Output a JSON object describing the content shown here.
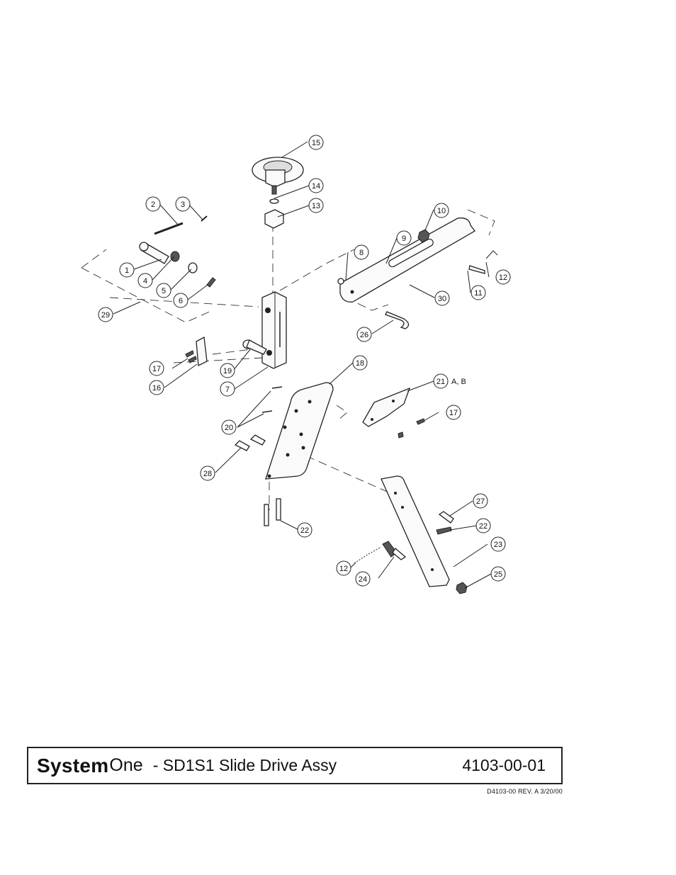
{
  "drawing": {
    "callouts": [
      {
        "id": "c1",
        "label": "1"
      },
      {
        "id": "c2",
        "label": "2"
      },
      {
        "id": "c3",
        "label": "3"
      },
      {
        "id": "c4",
        "label": "4"
      },
      {
        "id": "c5",
        "label": "5"
      },
      {
        "id": "c6",
        "label": "6"
      },
      {
        "id": "c7",
        "label": "7"
      },
      {
        "id": "c8",
        "label": "8"
      },
      {
        "id": "c9",
        "label": "9"
      },
      {
        "id": "c10",
        "label": "10"
      },
      {
        "id": "c11",
        "label": "11"
      },
      {
        "id": "c12a",
        "label": "12"
      },
      {
        "id": "c12b",
        "label": "12"
      },
      {
        "id": "c13",
        "label": "13"
      },
      {
        "id": "c14",
        "label": "14"
      },
      {
        "id": "c15",
        "label": "15"
      },
      {
        "id": "c16",
        "label": "16"
      },
      {
        "id": "c17a",
        "label": "17"
      },
      {
        "id": "c17b",
        "label": "17"
      },
      {
        "id": "c18",
        "label": "18"
      },
      {
        "id": "c19",
        "label": "19"
      },
      {
        "id": "c20",
        "label": "20"
      },
      {
        "id": "c21",
        "label": "21"
      },
      {
        "id": "c22a",
        "label": "22"
      },
      {
        "id": "c22b",
        "label": "22"
      },
      {
        "id": "c23",
        "label": "23"
      },
      {
        "id": "c24",
        "label": "24"
      },
      {
        "id": "c25",
        "label": "25"
      },
      {
        "id": "c26",
        "label": "26"
      },
      {
        "id": "c27",
        "label": "27"
      },
      {
        "id": "c28",
        "label": "28"
      },
      {
        "id": "c29",
        "label": "29"
      },
      {
        "id": "c30",
        "label": "30"
      }
    ],
    "callout_21_suffix": "A, B"
  },
  "title_block": {
    "brand_bold": "System",
    "brand_light": "One",
    "description": "- SD1S1 Slide Drive Assy",
    "document_number": "4103-00-01"
  },
  "revision_note": "D4103-00  REV. A   3/20/00"
}
